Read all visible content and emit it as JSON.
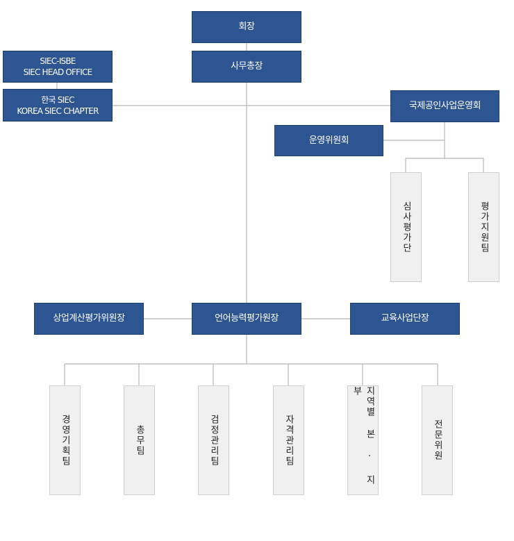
{
  "chairman": "회장",
  "secretary_general": "사무총장",
  "siec_head_office": "SIEC-ISBE\nSIEC HEAD OFFICE",
  "korea_siec": "한국 SIEC\nKOREA SIEC CHAPTER",
  "intl_council": "국제공인사업운영회",
  "operating_committee": "운영위원회",
  "intl_teams": [
    "심사평가단",
    "평가지원팀"
  ],
  "commercial_accounting": "상업계산평가위원장",
  "language_ability": "언어능력평가원장",
  "education_business": "교육사업단장",
  "teams": [
    "경영기획팀",
    "총무팀",
    "검정관리팀",
    "자격관리팀",
    "지역별 본 · 지부",
    "전문위원"
  ]
}
